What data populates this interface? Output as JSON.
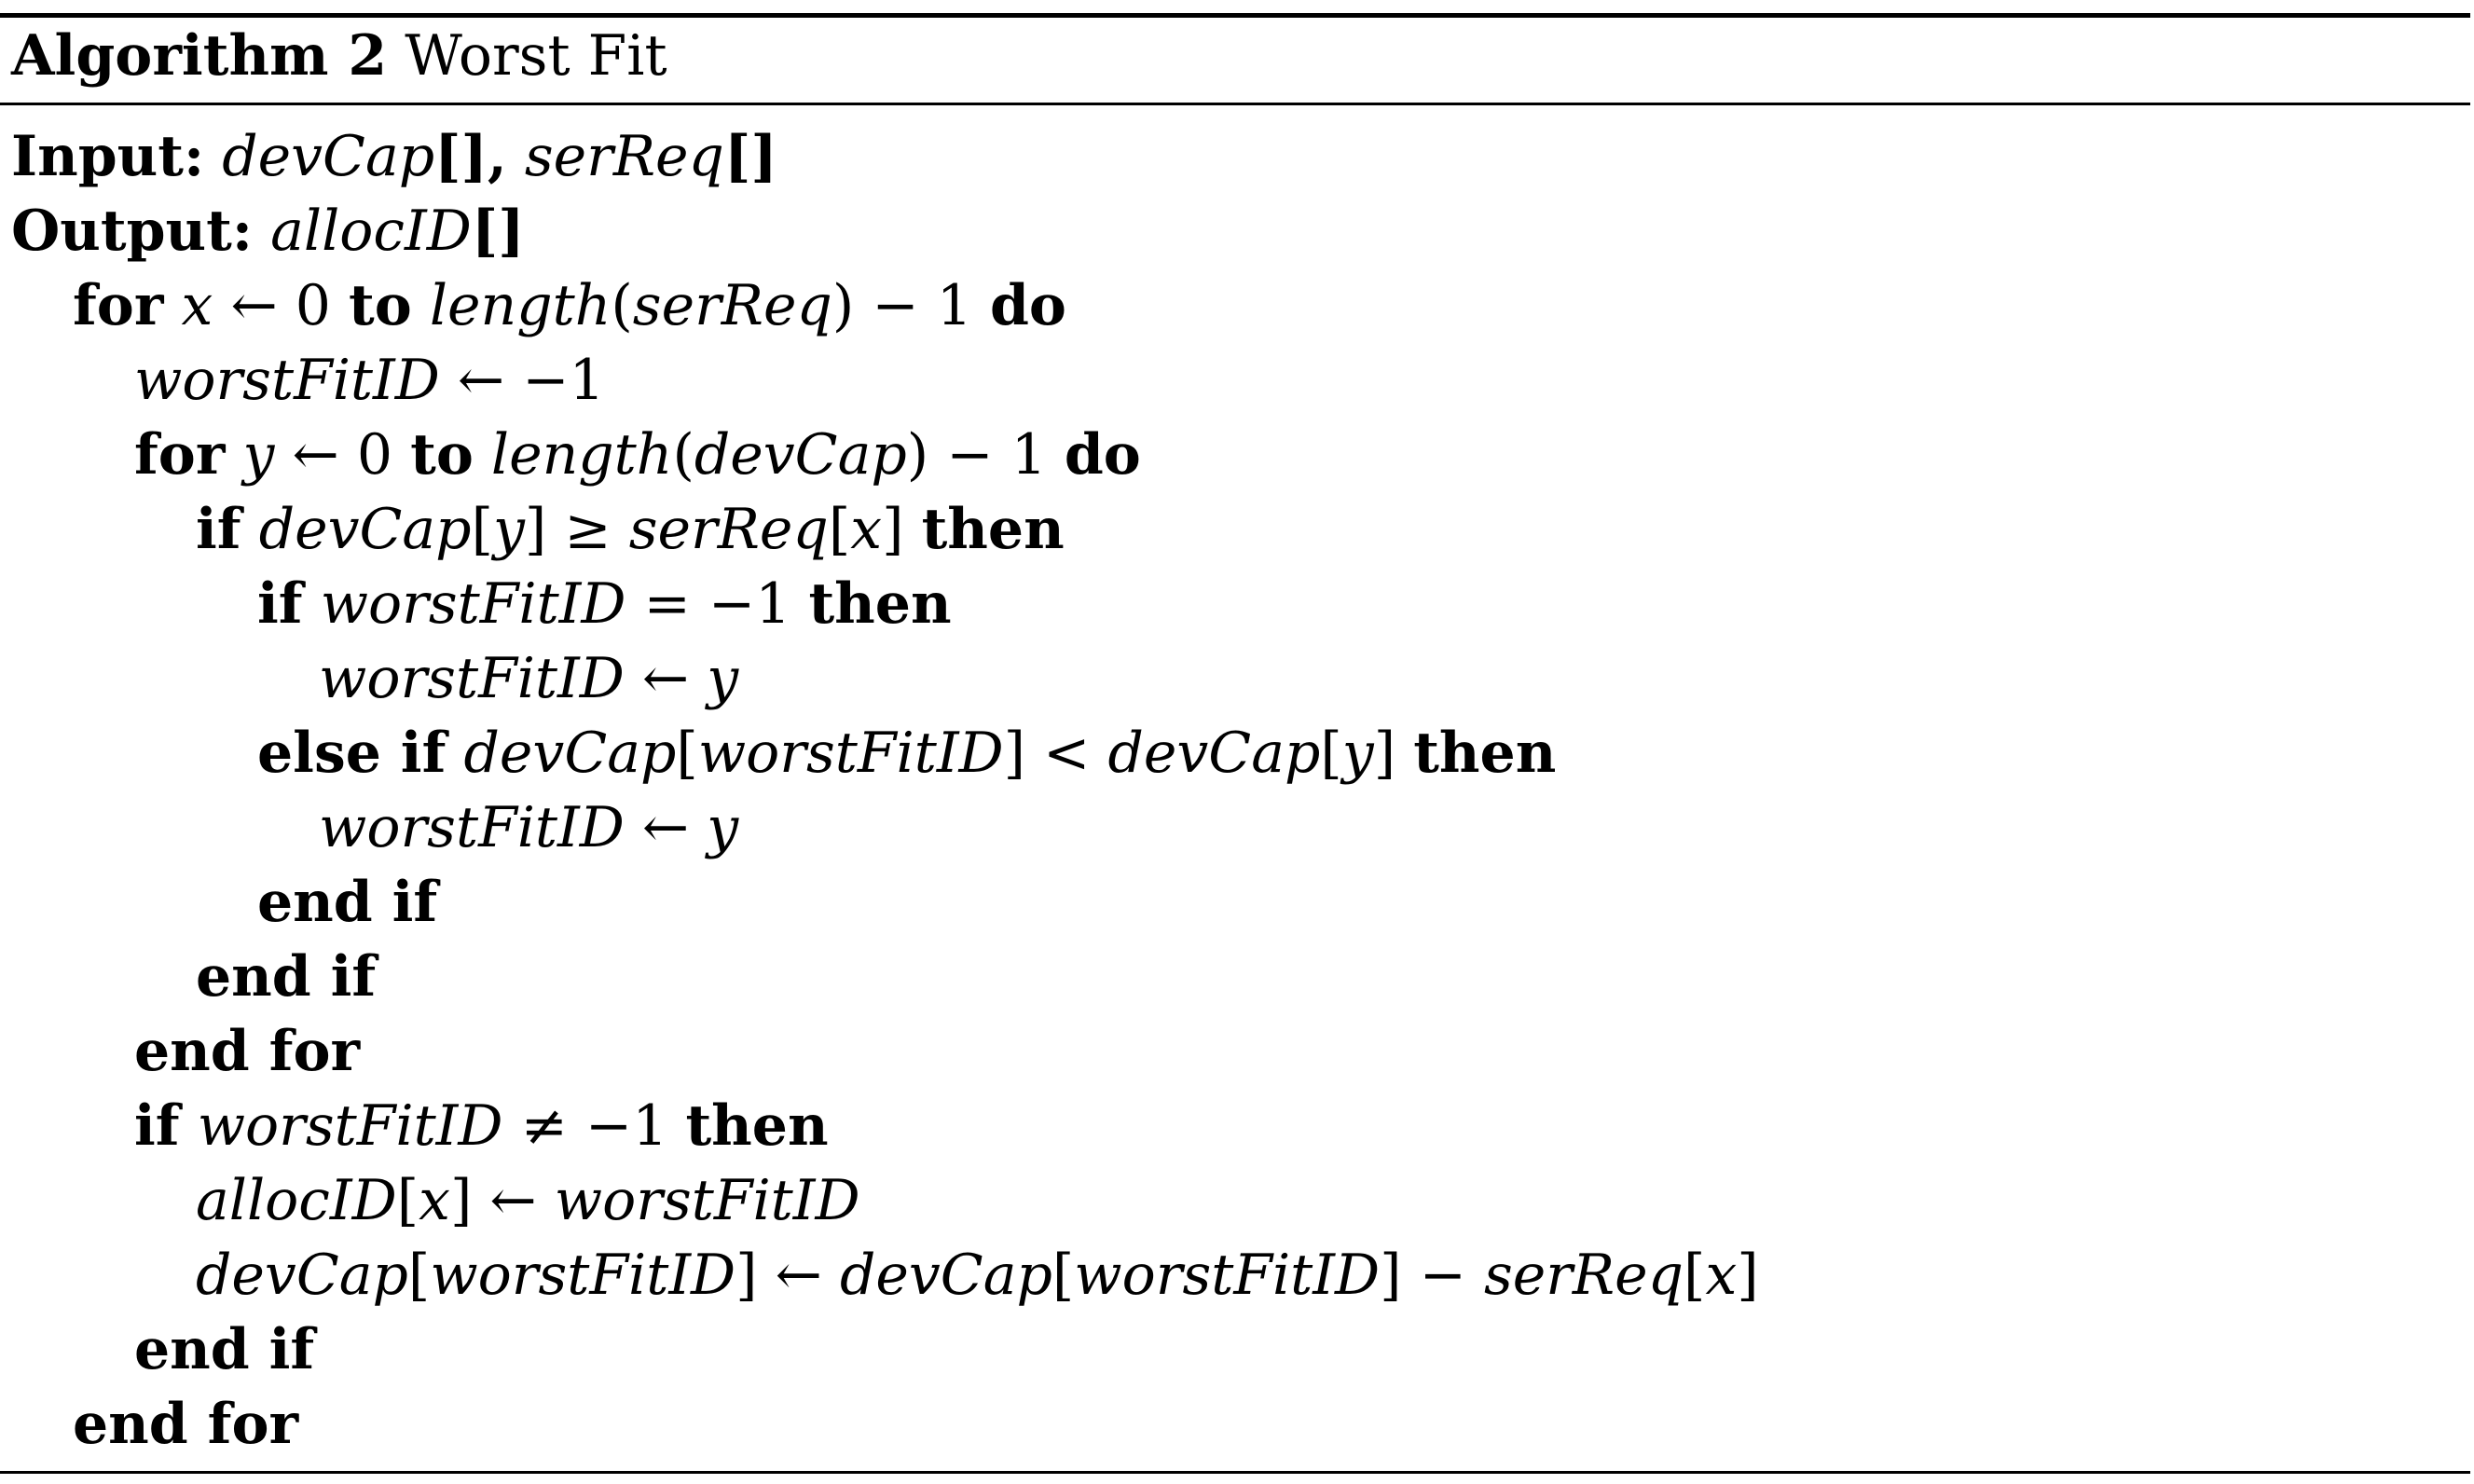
{
  "header": {
    "label": "Algorithm 2",
    "title": "Worst Fit"
  },
  "lines": [
    "<b>Input:</b> <i>devCap</i><b>[],</b> <i>serReq</i><b>[]</b>",
    "<b>Output:</b> <i>allocID</i><b>[]</b>",
    "<b>for</b> <i>x</i> ← 0 <b>to</b> <i>length</i>(<i>serReq</i>) − 1 <b>do</b>",
    "<i>worstFitID</i> ← −1",
    "<b>for</b> <i>y</i> ← 0 <b>to</b> <i>length</i>(<i>devCap</i>) − 1 <b>do</b>",
    "<b>if</b> <i>devCap</i>[<i>y</i>] ≥ <i>serReq</i>[<i>x</i>] <b>then</b>",
    "<b>if</b> <i>worstFitID</i> = −1 <b>then</b>",
    "<i>worstFitID</i> ← <i>y</i>",
    "<b>else if</b> <i>devCap</i>[<i>worstFitID</i>] &lt; <i>devCap</i>[<i>y</i>] <b>then</b>",
    "<i>worstFitID</i> ← <i>y</i>",
    "<b>end if</b>",
    "<b>end if</b>",
    "<b>end for</b>",
    "<b>if</b> <i>worstFitID</i> ≠ −1 <b>then</b>",
    "<i>allocID</i>[<i>x</i>] ← <i>worstFitID</i>",
    "<i>devCap</i>[<i>worstFitID</i>] ← <i>devCap</i>[<i>worstFitID</i>] − <i>serReq</i>[<i>x</i>]",
    "<b>end if</b>",
    "<b>end for</b>"
  ]
}
